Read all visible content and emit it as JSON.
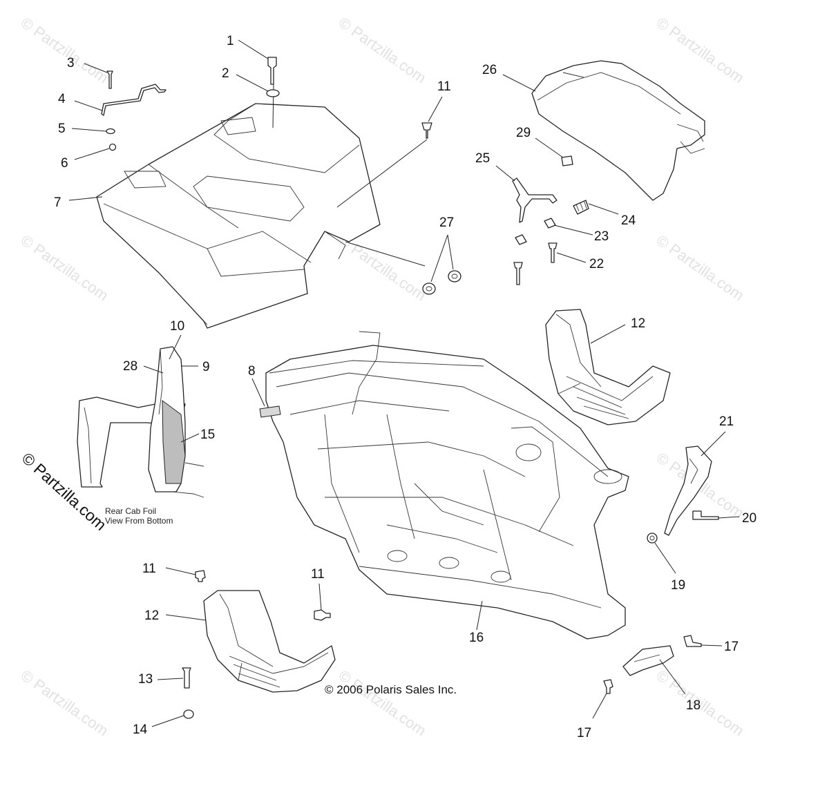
{
  "watermark": {
    "text": "© Partzilla.com"
  },
  "brand_mark": "© Partzilla.com",
  "copyright": "© 2006 Polaris Sales Inc.",
  "inset_note": {
    "line1": "Rear Cab Foil",
    "line2": "View From Bottom"
  },
  "callouts": {
    "c1": "1",
    "c2": "2",
    "c3": "3",
    "c4": "4",
    "c5": "5",
    "c6": "6",
    "c7": "7",
    "c8": "8",
    "c9": "9",
    "c10": "10",
    "c11a": "11",
    "c11b": "11",
    "c11c": "11",
    "c12a": "12",
    "c12b": "12",
    "c13": "13",
    "c14": "14",
    "c15": "15",
    "c16": "16",
    "c17a": "17",
    "c17b": "17",
    "c18": "18",
    "c19": "19",
    "c20": "20",
    "c21": "21",
    "c22": "22",
    "c23": "23",
    "c24": "24",
    "c25": "25",
    "c26": "26",
    "c27": "27",
    "c28": "28",
    "c29": "29"
  }
}
